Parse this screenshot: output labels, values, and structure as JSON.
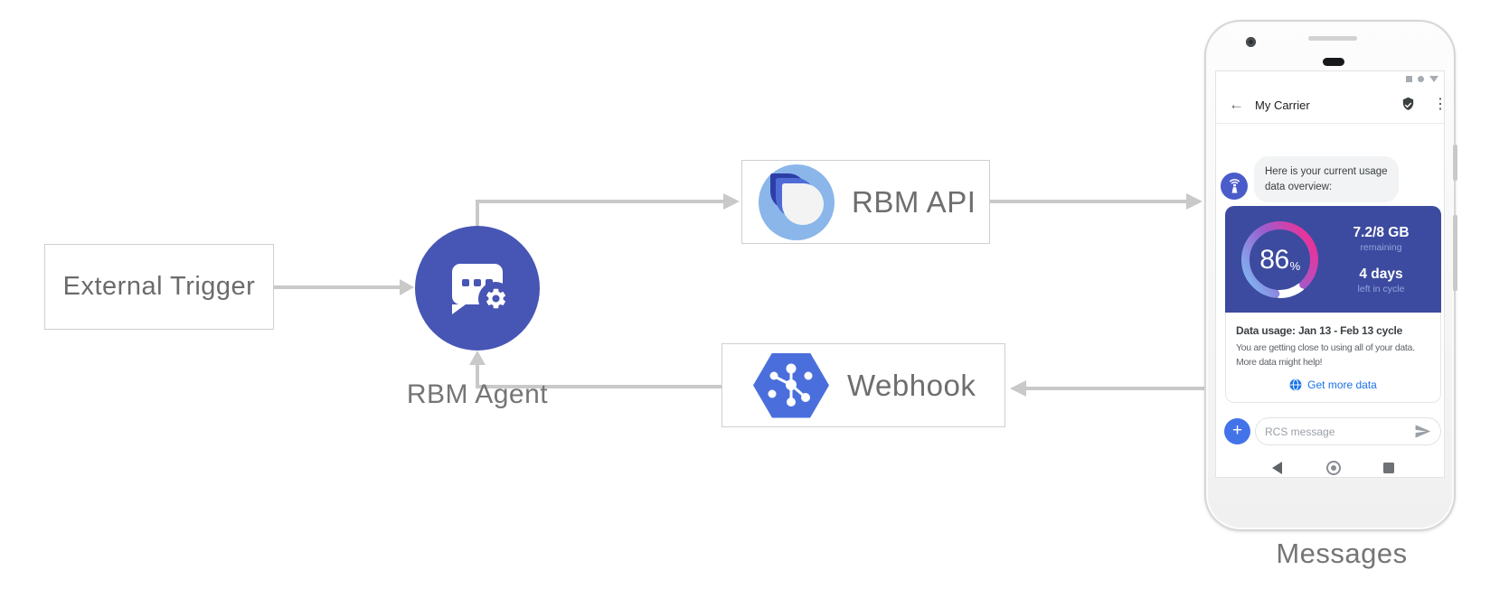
{
  "colors": {
    "agent_circle": "#4756b4",
    "card_blue": "#3c4b9f",
    "accent_blue": "#1a73e8",
    "arrow_gray": "#c9c9c9",
    "api_icon_light": "#8ab6ea",
    "api_icon_dark": "#2c3fa8",
    "api_icon_mid": "#4f6cd6",
    "webhook_hexagon": "#4a6fdd",
    "plus_button": "#4273e8",
    "gauge_start": "#7fb3f0",
    "gauge_mid": "#9a5fd0",
    "gauge_end": "#ef2f96"
  },
  "diagram": {
    "external_trigger_label": "External Trigger",
    "rbm_agent_label": "RBM Agent",
    "rbm_api_label": "RBM API",
    "webhook_label": "Webhook",
    "phone_caption": "Messages"
  },
  "phone": {
    "header": {
      "title": "My Carrier",
      "back_glyph": "←",
      "menu_glyph": "⋮"
    },
    "chat_message": {
      "line1": "Here is your current usage",
      "line2": "data overview:"
    },
    "usage_card": {
      "percent": "86",
      "percent_unit": "%",
      "remaining_value": "7.2/8 GB",
      "remaining_label": "remaining",
      "days_value": "4 days",
      "days_label": "left in cycle",
      "title": "Data usage: Jan 13 - Feb 13 cycle",
      "body_line1": "You are getting close to using all of your data.",
      "body_line2": "More data might help!",
      "action_label": "Get more data"
    },
    "compose": {
      "placeholder": "RCS message",
      "plus_glyph": "+"
    }
  }
}
